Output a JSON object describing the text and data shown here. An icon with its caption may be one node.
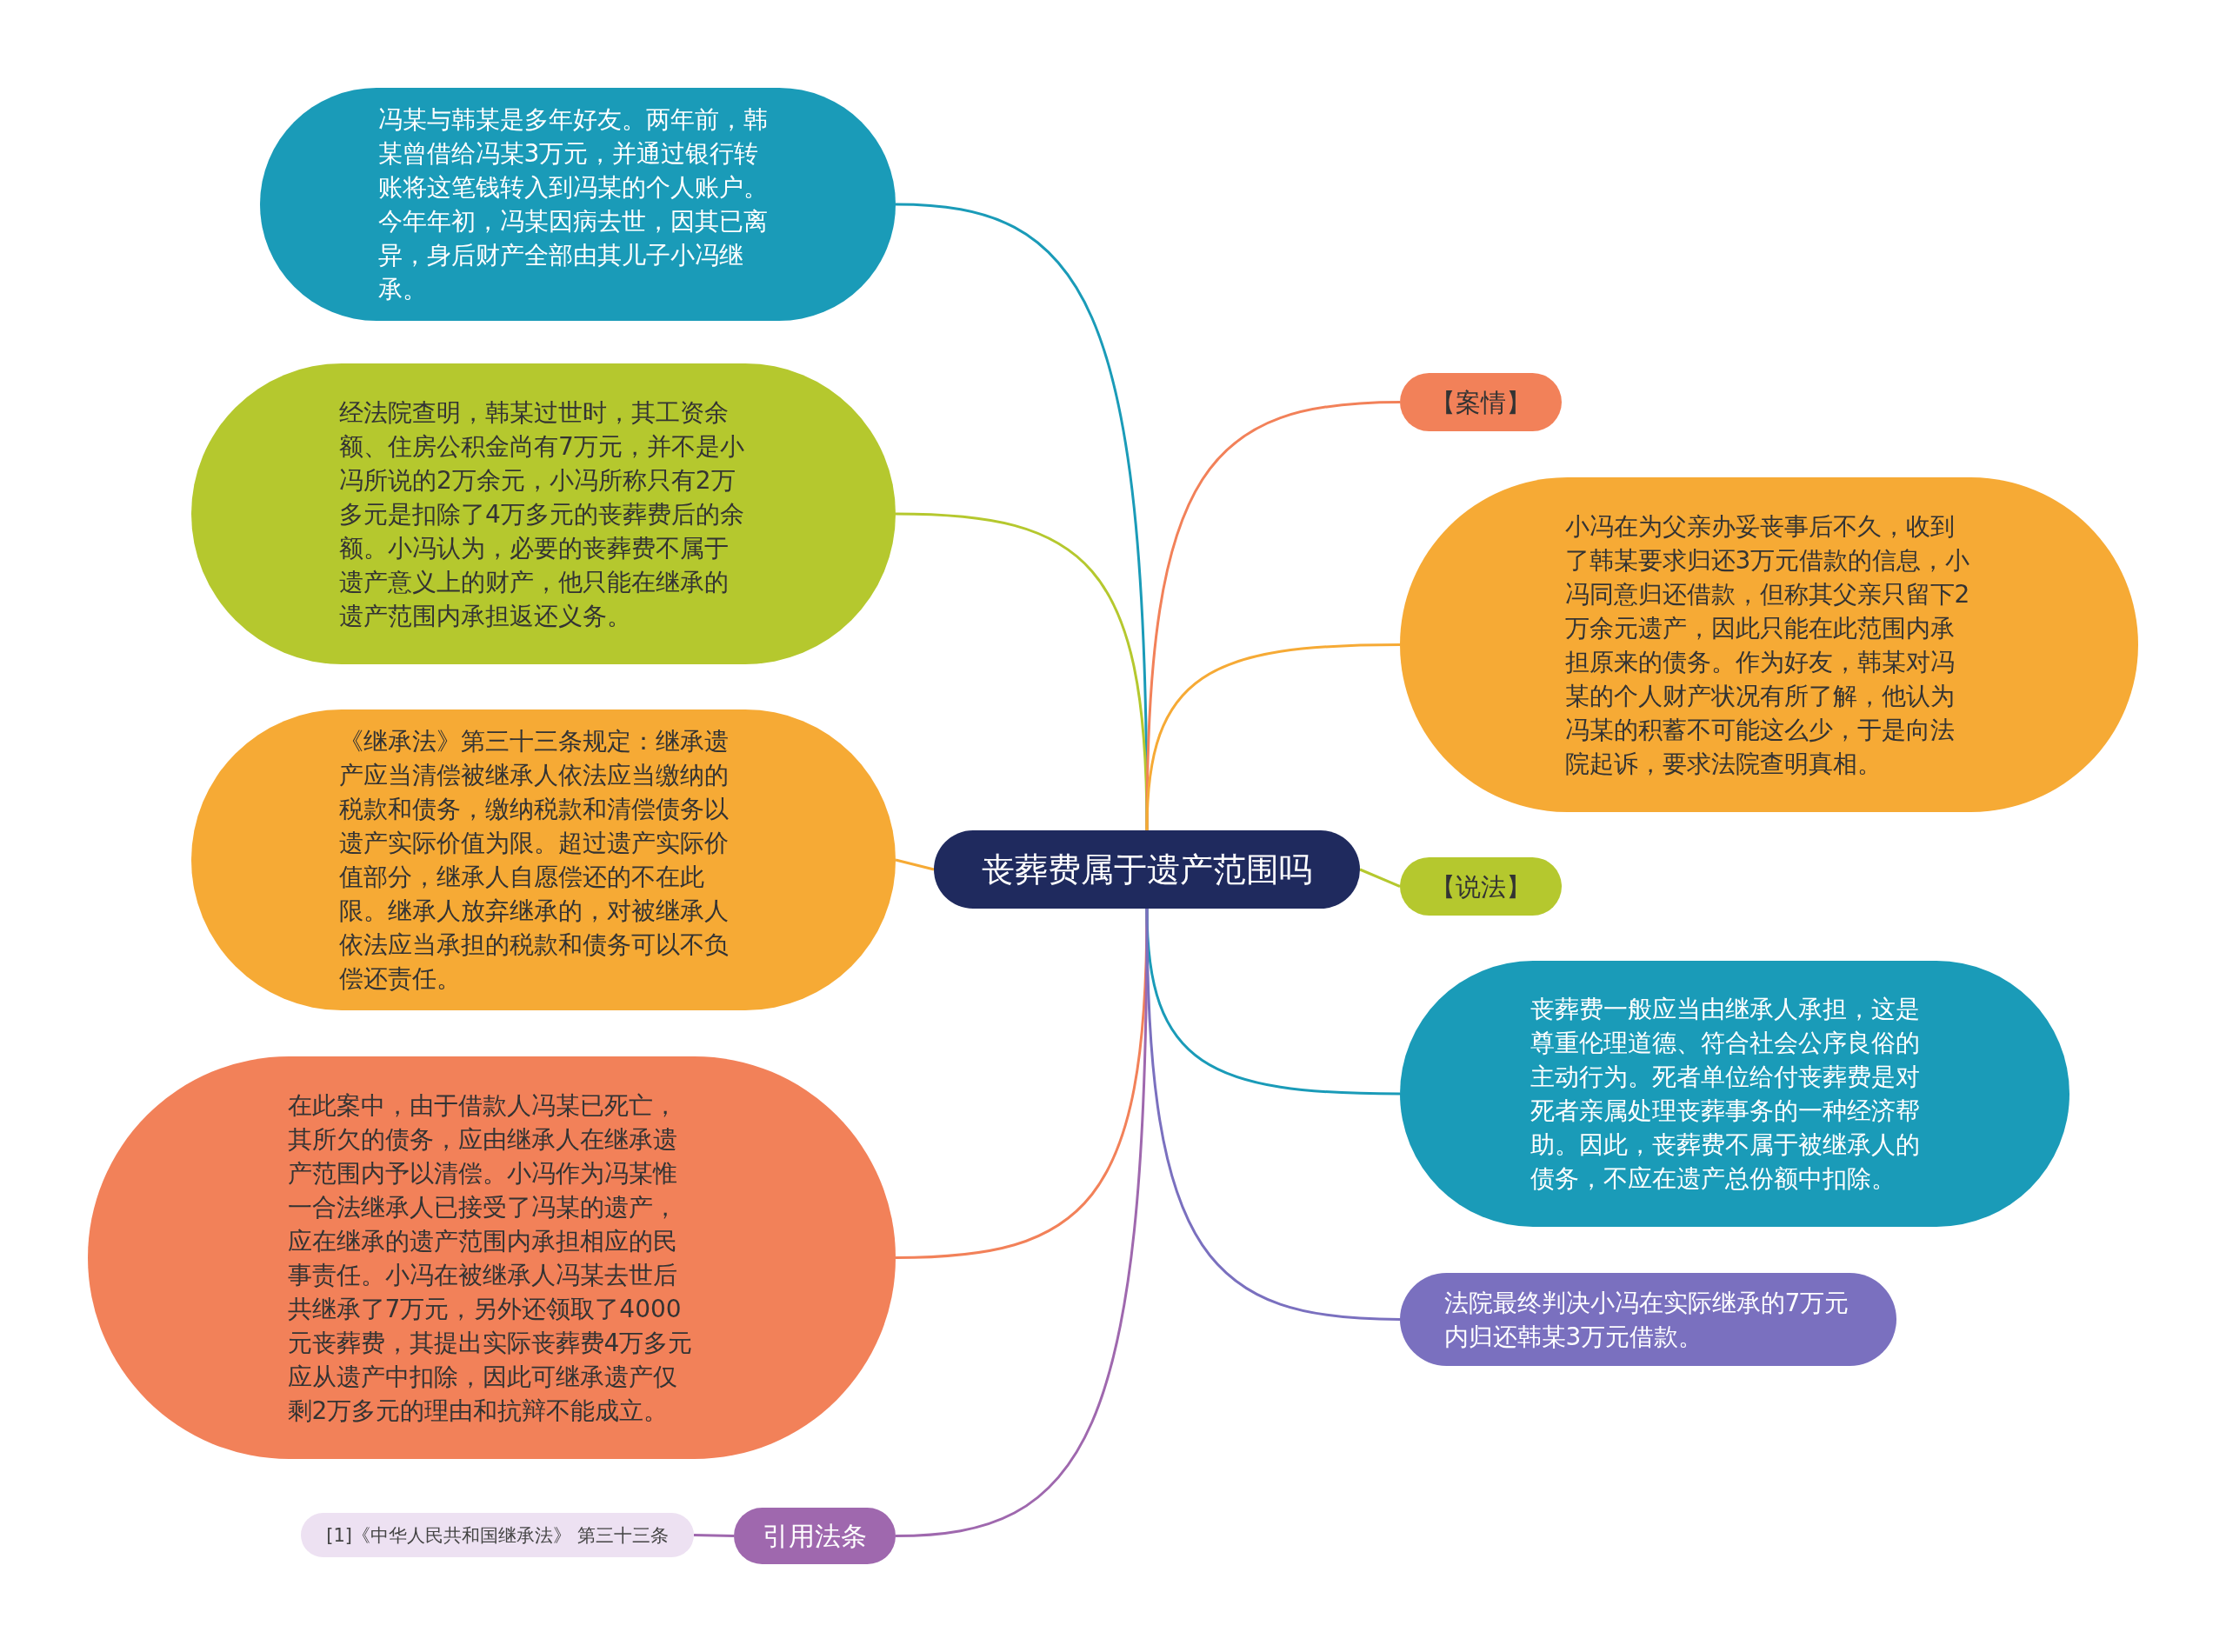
{
  "diagram": {
    "nodes": [
      {
        "text": [
          "丧葬费属于遗产范围吗"
        ]
      },
      {
        "text": [
          "冯某与韩某是多年好友。两年前，韩某曾借给冯某3万元，并通过银行转账将这笔钱转入到冯某的个人账户。今年年初，冯某因病去世，因其已离异，身后财产全部由其儿子小冯继承。"
        ]
      },
      {
        "text": [
          "经法院查明，韩某过世时，其工资余额、住房公积金尚有7万元，并不是小冯所说的2万余元，小冯所称只有2万多元是扣除了4万多元的丧葬费后的余额。小冯认为，必要的丧葬费不属于遗产意义上的财产，他只能在继承的遗产范围内承担返还义务。"
        ]
      },
      {
        "text": [
          "《继承法》第三十三条规定：继承遗产应当清偿被继承人依法应当缴纳的税款和债务，缴纳税款和清偿债务以遗产实际价值为限。超过遗产实际价值部分，继承人自愿偿还的不在此限。继承人放弃继承的，对被继承人依法应当承担的税款和债务可以不负偿还责任。"
        ]
      },
      {
        "text": [
          "在此案中，由于借款人冯某已死亡，其所欠的债务，应由继承人在继承遗产范围内予以清偿。小冯作为冯某惟一合法继承人已接受了冯某的遗产，应在继承的遗产范围内承担相应的民事责任。小冯在被继承人冯某去世后共继承了7万元，另外还领取了4000元丧葬费，其提出实际丧葬费4万多元应从遗产中扣除，因此可继承遗产仅剩2万多元的理由和抗辩不能成立。"
        ]
      },
      {
        "text": [
          "引用法条"
        ]
      },
      {
        "text": [
          "[1]《中华人民共和国继承法》 第三十三条"
        ]
      },
      {
        "text": [
          "【案情】"
        ]
      },
      {
        "text": [
          "小冯在为父亲办妥丧事后不久，收到了韩某要求归还3万元借款的信息，小冯同意归还借款，但称其父亲只留下2万余元遗产，因此只能在此范围内承担原来的债务。作为好友，韩某对冯某的个人财产状况有所了解，他认为冯某的积蓄不可能这么少，于是向法院起诉，要求法院查明真相。"
        ]
      },
      {
        "text": [
          "【说法】"
        ]
      },
      {
        "text": [
          "丧葬费一般应当由继承人承担，这是尊重伦理道德、符合社会公序良俗的主动行为。死者单位给付丧葬费是对死者亲属处理丧葬事务的一种经济帮助。因此，丧葬费不属于被继承人的债务，不应在遗产总份额中扣除。"
        ]
      },
      {
        "text": [
          "法院最终判决小冯在实际继承的7万元内归还韩某3万元借款。"
        ]
      }
    ],
    "edges": [
      {
        "from": 0,
        "to": 1,
        "arrow": "none",
        "color": "#1a9bb8"
      },
      {
        "from": 0,
        "to": 2,
        "arrow": "none",
        "color": "#b5c82e"
      },
      {
        "from": 0,
        "to": 3,
        "arrow": "none",
        "color": "#f6aa35"
      },
      {
        "from": 0,
        "to": 4,
        "arrow": "none",
        "color": "#f28159"
      },
      {
        "from": 0,
        "to": 5,
        "arrow": "none",
        "color": "#9f68ae"
      },
      {
        "from": 5,
        "to": 6,
        "arrow": "none",
        "color": "#9f68ae"
      },
      {
        "from": 0,
        "to": 7,
        "arrow": "none",
        "color": "#f28159"
      },
      {
        "from": 0,
        "to": 8,
        "arrow": "none",
        "color": "#f6aa35"
      },
      {
        "from": 0,
        "to": 9,
        "arrow": "none",
        "color": "#b5c82e"
      },
      {
        "from": 0,
        "to": 10,
        "arrow": "none",
        "color": "#1a9bb8"
      },
      {
        "from": 0,
        "to": 11,
        "arrow": "none",
        "color": "#7a70bf"
      }
    ]
  }
}
